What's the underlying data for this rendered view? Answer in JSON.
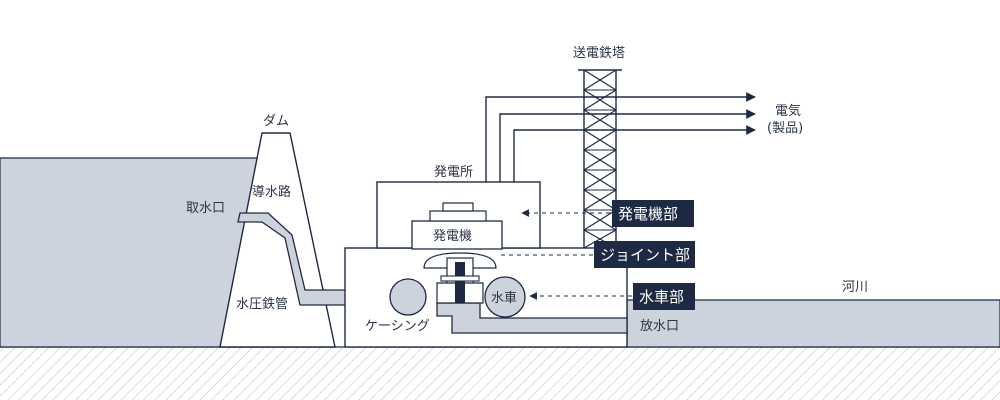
{
  "colors": {
    "navy": "#1e2a44",
    "water": "#cdd3dd",
    "ground_hatch": "#b9bec8",
    "white": "#ffffff"
  },
  "labels": {
    "tower": "送電鉄塔",
    "electricity": "電気",
    "product": "(製品)",
    "dam": "ダム",
    "intake": "取水口",
    "headrace": "導水路",
    "penstock": "水圧鉄管",
    "casing": "ケーシング",
    "powerhouse": "発電所",
    "generator": "発電機",
    "turbine": "水車",
    "tailrace": "放水口",
    "river": "河川"
  },
  "callouts": {
    "generator_part": "発電機部",
    "joint_part": "ジョイント部",
    "turbine_part": "水車部"
  }
}
